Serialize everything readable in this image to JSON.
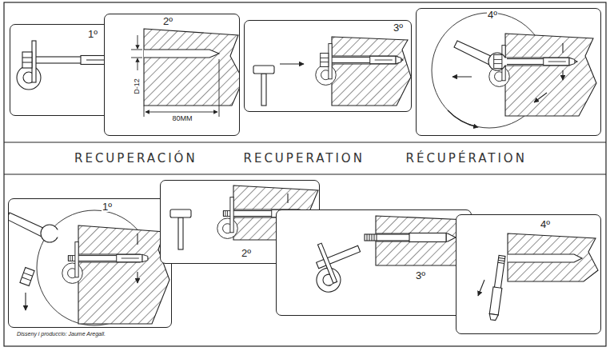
{
  "diagram": {
    "nodes": [
      {
        "text": [
          "1º"
        ]
      },
      {
        "text": [
          "2º"
        ]
      },
      {
        "text": [
          "3º"
        ]
      },
      {
        "text": [
          "4º"
        ]
      },
      {
        "text": [
          "1º"
        ]
      },
      {
        "text": [
          "2º"
        ]
      },
      {
        "text": [
          "3º"
        ]
      },
      {
        "text": [
          "4º"
        ]
      }
    ],
    "labels": [
      "D-12",
      "80MM",
      "RECUPERACIÓN",
      "RECUPERATION",
      "RÉCUPÉRATION",
      "Disseny i produccio: Jaume Aregall."
    ]
  }
}
